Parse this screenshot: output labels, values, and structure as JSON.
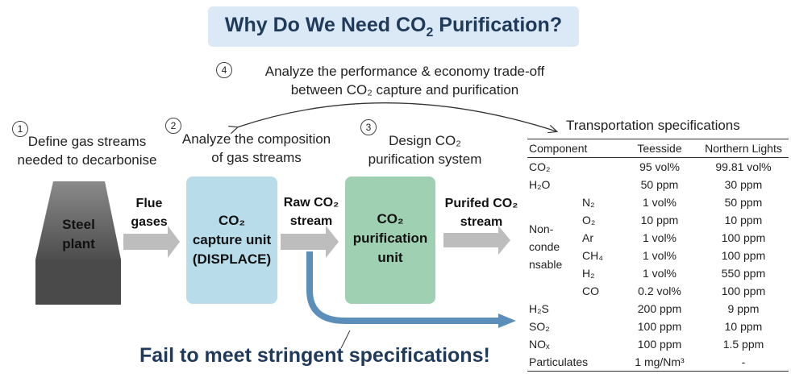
{
  "title": {
    "prefix": "Why Do We Need CO",
    "sub": "2",
    "suffix": " Purification?"
  },
  "steps": [
    {
      "num": "1",
      "line1": "Define gas streams",
      "line2": "needed to decarbonise"
    },
    {
      "num": "2",
      "line1": "Analyze the composition",
      "line2": "of gas streams"
    },
    {
      "num": "3",
      "line1": "Design CO₂",
      "line2": "purification system"
    },
    {
      "num": "4",
      "line1": "Analyze the performance & economy trade-off",
      "line2": "between CO₂ capture and purification"
    }
  ],
  "units": {
    "steel": {
      "line1": "Steel",
      "line2": "plant"
    },
    "capture": {
      "line1": "CO₂",
      "line2": "capture unit",
      "line3": "(DISPLACE)"
    },
    "purification": {
      "line1": "CO₂",
      "line2": "purification",
      "line3": "unit"
    }
  },
  "flows": {
    "flue": {
      "line1": "Flue",
      "line2": "gases"
    },
    "raw": {
      "line1": "Raw CO₂",
      "line2": "stream"
    },
    "purified": {
      "line1": "Purifed CO₂",
      "line2": "stream"
    }
  },
  "fail_text": "Fail to meet stringent specifications!",
  "spec": {
    "title": "Transportation specifications",
    "headers": {
      "component": "Component",
      "teesside": "Teesside",
      "northern": "Northern Lights"
    },
    "group_label": {
      "line1": "Non-",
      "line2": "conde",
      "line3": "nsable"
    },
    "rows": [
      {
        "component": "CO₂",
        "teesside": "95 vol%",
        "northern": "99.81 vol%"
      },
      {
        "component": "H₂O",
        "teesside": "50 ppm",
        "northern": "30 ppm"
      },
      {
        "component": "N₂",
        "teesside": "1 vol%",
        "northern": "50 ppm"
      },
      {
        "component": "O₂",
        "teesside": "10 ppm",
        "northern": "10 ppm"
      },
      {
        "component": "Ar",
        "teesside": "1 vol%",
        "northern": "100 ppm"
      },
      {
        "component": "CH₄",
        "teesside": "1 vol%",
        "northern": "100 ppm"
      },
      {
        "component": "H₂",
        "teesside": "1 vol%",
        "northern": "550 ppm"
      },
      {
        "component": "CO",
        "teesside": "0.2 vol%",
        "northern": "100 ppm"
      },
      {
        "component": "H₂S",
        "teesside": "200 ppm",
        "northern": "9 ppm"
      },
      {
        "component": "SO₂",
        "teesside": "100 ppm",
        "northern": "10 ppm"
      },
      {
        "component": "NOₓ",
        "teesside": "100 ppm",
        "northern": "1.5 ppm"
      },
      {
        "component": "Particulates",
        "teesside": "1 mg/Nm³",
        "northern": "-"
      }
    ]
  },
  "colors": {
    "title_bg": "#dbe9f6",
    "capture_box": "#b9dcea",
    "purification_box": "#9fd0b2",
    "steel_dark": "#555555",
    "arrow_gray": "#bdbdbd",
    "bypass_blue": "#5b8fb9",
    "title_text": "#1f3a5a"
  }
}
